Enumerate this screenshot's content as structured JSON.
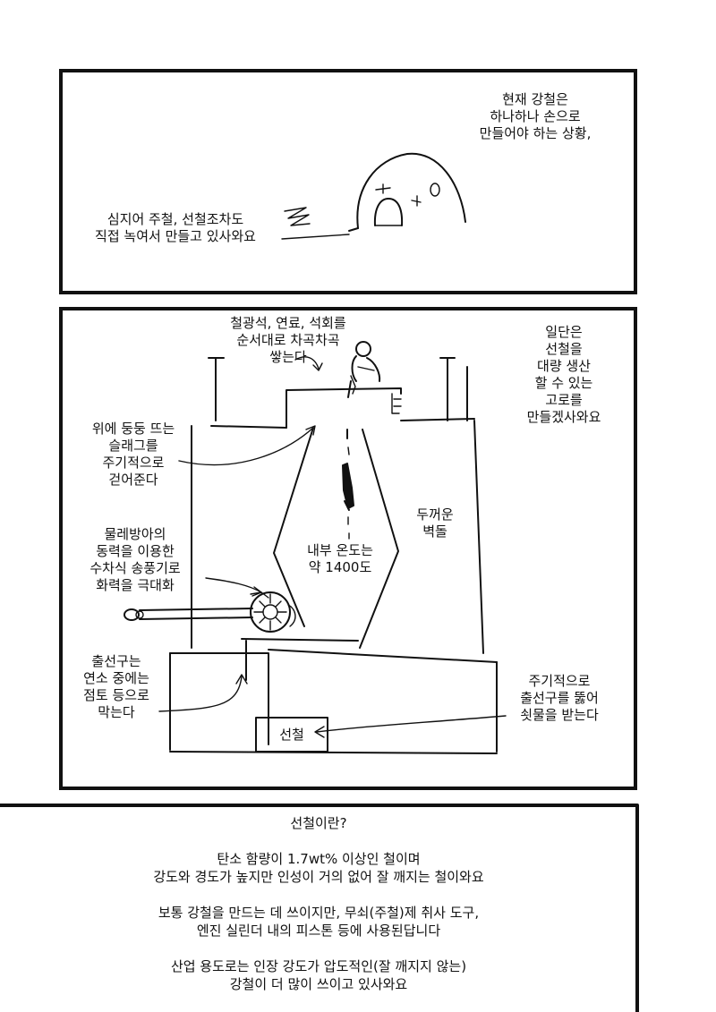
{
  "panel1": {
    "text_right": "현재 강철은\n하나하나 손으로\n만들어야 하는 상황,",
    "text_left": "심지어 주철, 선철조차도\n직접 녹여서 만들고 있사와요"
  },
  "panel2": {
    "label_top": "철광석, 연료, 석회를\n순서대로 차곡차곡\n쌓는다",
    "label_right_top": "일단은\n선철을\n대량 생산\n할 수 있는\n고로를\n만들겠사와요",
    "label_slag": "위에 둥둥 뜨는\n슬래그를\n주기적으로\n걷어준다",
    "label_wall": "두꺼운\n벽돌",
    "label_temp": "내부 온도는\n약 1400도",
    "label_blower": "물레방아의\n동력을 이용한\n수차식 송풍기로\n화력을 극대화",
    "label_outlet": "출선구는\n연소 중에는\n점토 등으로\n막는다",
    "label_tap": "주기적으로\n출선구를 뚫어\n쇳물을 받는다",
    "label_pigiron": "선철"
  },
  "panel3": {
    "title": "선철이란?",
    "para1": "탄소 함량이 1.7wt% 이상인 철이며\n강도와 경도가 높지만 인성이 거의 없어 잘 깨지는 철이와요",
    "para2": "보통 강철을 만드는 데 쓰이지만, 무쇠(주철)제 취사 도구,\n엔진 실린더 내의 피스톤 등에 사용된답니다",
    "para3": "산업 용도로는 인장 강도가 압도적인(잘 깨지지 않는)\n강철이 더 많이 쓰이고 있사와요"
  }
}
